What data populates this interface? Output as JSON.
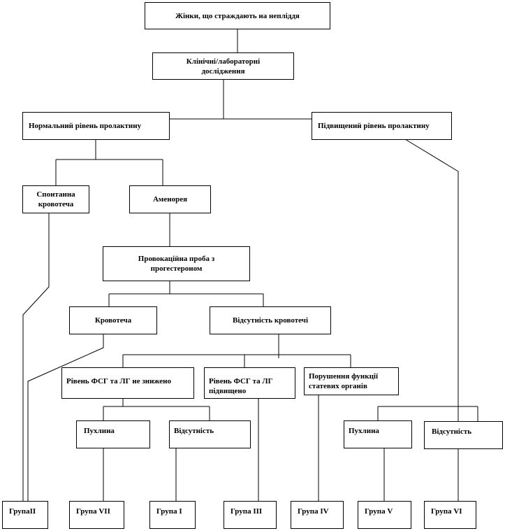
{
  "nodes": {
    "women": "Жінки,  що страждають на непліддя",
    "clinical": "Клінічні/лабораторні дослідження",
    "normal_prolactin": "Нормальний рівень пролактину",
    "high_prolactin": "Підвищений  рівень пролактину",
    "spontaneous_bleeding": "Спонтанна кровотеча",
    "amenorrhea": "Аменорея",
    "progesterone_test": "Провокаційна проба з прогестероном",
    "bleeding": "Кровотеча",
    "no_bleeding": "Відсутність  кровотечі",
    "fsh_lh_not_reduced": "Рівень     ФСГ     та     ЛГ     не знижено",
    "fsh_lh_reduced": "Рівень  ФСГ  та  ЛГ  підвищено",
    "gonad_dysfunction": "Порушення функції статевих  органів",
    "tumor_1": "Пухлина",
    "absence_1": "Відсутність",
    "tumor_2": "Пухлина",
    "absence_2": "Відсутність",
    "group_2": "ГрупаII",
    "group_7": "Група VII",
    "group_1": "Група I",
    "group_3": "Група III",
    "group_4": "Група IV",
    "group_5": "Група V",
    "group_6": "Група VI"
  }
}
